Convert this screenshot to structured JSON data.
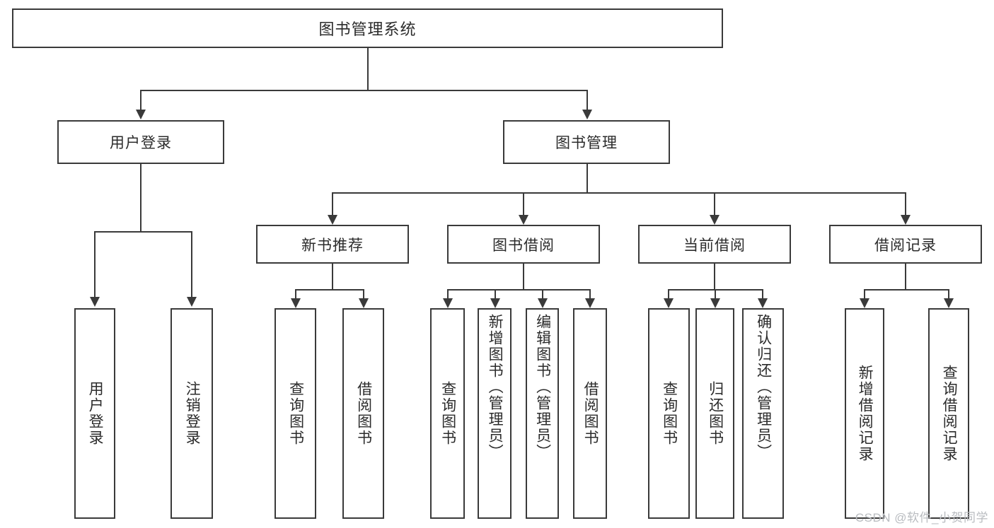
{
  "diagram": {
    "title": "图书管理系统",
    "type": "tree",
    "root": {
      "label": "图书管理系统"
    },
    "level2": [
      {
        "label": "用户登录"
      },
      {
        "label": "图书管理"
      }
    ],
    "level3": [
      {
        "label": "新书推荐"
      },
      {
        "label": "图书借阅"
      },
      {
        "label": "当前借阅"
      },
      {
        "label": "借阅记录"
      }
    ],
    "leaves": {
      "user_login": [
        {
          "label": "用户登录"
        },
        {
          "label": "注销登录"
        }
      ],
      "new_book_recommend": [
        {
          "label": "查询图书"
        },
        {
          "label": "借阅图书"
        }
      ],
      "book_borrow": [
        {
          "label": "查询图书"
        },
        {
          "label": "新增图书（管理员）"
        },
        {
          "label": "编辑图书（管理员）"
        },
        {
          "label": "借阅图书"
        }
      ],
      "current_borrow": [
        {
          "label": "查询图书"
        },
        {
          "label": "归还图书"
        },
        {
          "label": "确认归还（管理员）"
        }
      ],
      "borrow_record": [
        {
          "label": "新增借阅记录"
        },
        {
          "label": "查询借阅记录"
        }
      ]
    }
  },
  "watermark": {
    "text": "CSDN @软件_小贺同学"
  },
  "colors": {
    "border": "#3a3a3a",
    "text": "#2b2b2b",
    "background": "#ffffff",
    "watermark": "#b9bcc0"
  }
}
